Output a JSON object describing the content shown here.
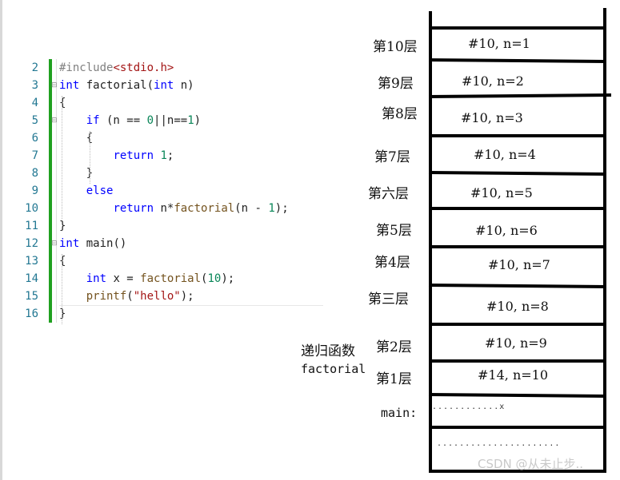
{
  "code": {
    "line_numbers": [
      "2",
      "3",
      "4",
      "5",
      "6",
      "7",
      "8",
      "9",
      "10",
      "11",
      "12",
      "13",
      "14",
      "15",
      "16"
    ],
    "lines": [
      [
        {
          "t": "#include",
          "c": "pp"
        },
        {
          "t": "<stdio.h>",
          "c": "str"
        }
      ],
      [
        {
          "t": "int",
          "c": "kw"
        },
        {
          "t": " factorial(",
          "c": ""
        },
        {
          "t": "int",
          "c": "kw"
        },
        {
          "t": " n)",
          "c": ""
        }
      ],
      [
        {
          "t": "{",
          "c": ""
        }
      ],
      [
        {
          "t": "    ",
          "c": ""
        },
        {
          "t": "if",
          "c": "kw"
        },
        {
          "t": " (n == ",
          "c": ""
        },
        {
          "t": "0",
          "c": "num"
        },
        {
          "t": "||n==",
          "c": ""
        },
        {
          "t": "1",
          "c": "num"
        },
        {
          "t": ")",
          "c": ""
        }
      ],
      [
        {
          "t": "    {",
          "c": ""
        }
      ],
      [
        {
          "t": "        ",
          "c": ""
        },
        {
          "t": "return",
          "c": "kw"
        },
        {
          "t": " ",
          "c": ""
        },
        {
          "t": "1",
          "c": "num"
        },
        {
          "t": ";",
          "c": ""
        }
      ],
      [
        {
          "t": "    }",
          "c": ""
        }
      ],
      [
        {
          "t": "    ",
          "c": ""
        },
        {
          "t": "else",
          "c": "kw"
        }
      ],
      [
        {
          "t": "        ",
          "c": ""
        },
        {
          "t": "return",
          "c": "kw"
        },
        {
          "t": " n*",
          "c": ""
        },
        {
          "t": "factorial",
          "c": "fn"
        },
        {
          "t": "(n - ",
          "c": ""
        },
        {
          "t": "1",
          "c": "num"
        },
        {
          "t": ");",
          "c": ""
        }
      ],
      [
        {
          "t": "}",
          "c": ""
        }
      ],
      [
        {
          "t": "int",
          "c": "kw"
        },
        {
          "t": " main()",
          "c": ""
        }
      ],
      [
        {
          "t": "{",
          "c": ""
        }
      ],
      [
        {
          "t": "    ",
          "c": ""
        },
        {
          "t": "int",
          "c": "kw"
        },
        {
          "t": " x = ",
          "c": ""
        },
        {
          "t": "factorial",
          "c": "fn"
        },
        {
          "t": "(",
          "c": ""
        },
        {
          "t": "10",
          "c": "num"
        },
        {
          "t": ");",
          "c": ""
        }
      ],
      [
        {
          "t": "    ",
          "c": ""
        },
        {
          "t": "printf",
          "c": "fn"
        },
        {
          "t": "(",
          "c": ""
        },
        {
          "t": "\"hello\"",
          "c": "str"
        },
        {
          "t": ");",
          "c": ""
        }
      ],
      [
        {
          "t": "}",
          "c": ""
        }
      ]
    ]
  },
  "stack": {
    "layer_labels": [
      "第10层",
      "第9层",
      "第8层",
      "第7层",
      "第六层",
      "第5层",
      "第4层",
      "第三层",
      "第2层",
      "第1层"
    ],
    "cells": [
      "#10, n=1",
      "#10, n=2",
      "#10, n=3",
      "#10, n=4",
      "#10, n=5",
      "#10, n=6",
      "#10, n=7",
      "#10, n=8",
      "#10, n=9",
      "#14, n=10"
    ],
    "recursive_label_line1": "递归函数",
    "recursive_label_line2": "factorial",
    "main_label": "main:",
    "main_cell_text": "............x",
    "bottom_cell_text": "......................"
  },
  "watermark": "CSDN @从未止步.."
}
